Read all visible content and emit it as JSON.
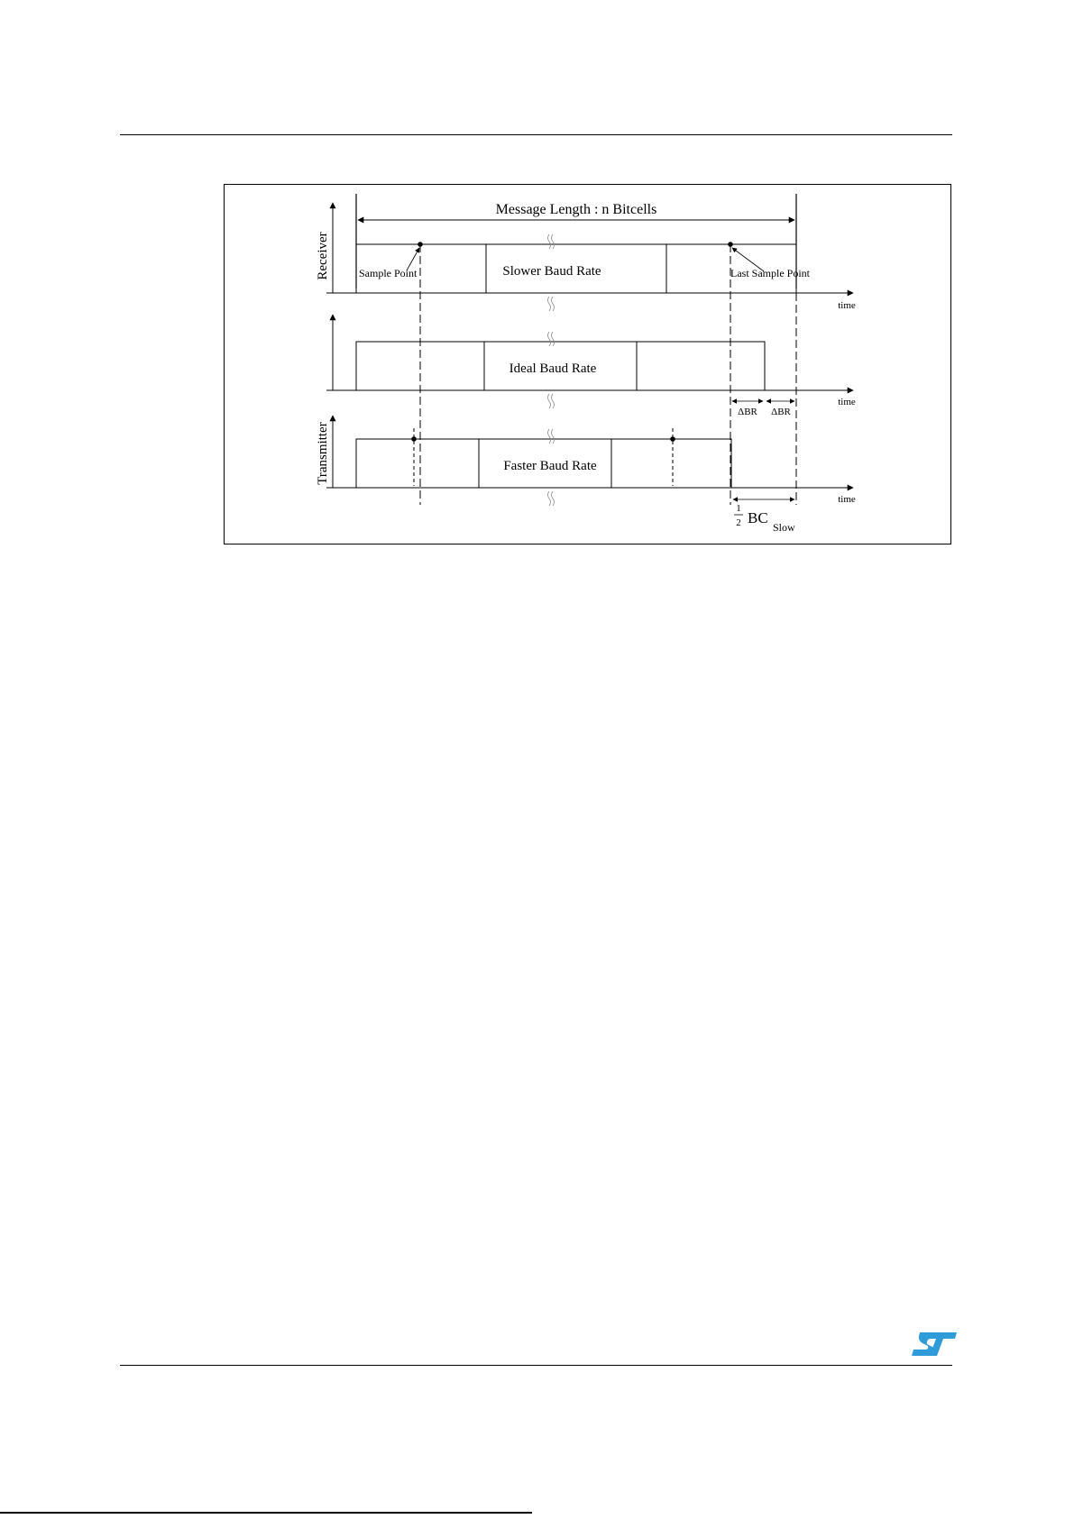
{
  "diagram": {
    "message_length": "Message Length : n Bitcells",
    "receiver_axis": "Receiver",
    "transmitter_axis": "Transmitter",
    "time_label": "time",
    "slower_label": "Slower Baud Rate",
    "ideal_label": "Ideal Baud Rate",
    "faster_label": "Faster Baud Rate",
    "sample_point": "Sample Point",
    "last_sample_point": "Last Sample Point",
    "delta_br": "ΔBR",
    "half_numerator": "1",
    "half_denominator": "2",
    "bc_label": "BC",
    "bc_subscript": "Slow"
  },
  "brand": {
    "logo_icon": "st-logo-icon",
    "logo_color": "#2f9bd8"
  }
}
